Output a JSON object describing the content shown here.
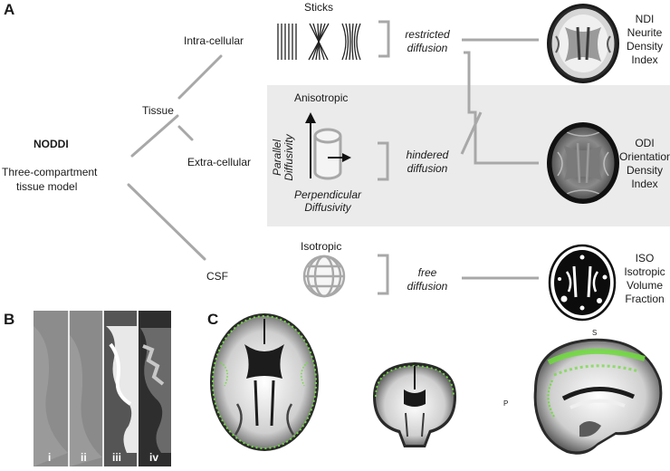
{
  "panel_labels": {
    "a": "A",
    "b": "B",
    "c": "C"
  },
  "nodes": {
    "noddi": "NODDI",
    "three_compartment_line1": "Three-compartment",
    "three_compartment_line2": "tissue model",
    "tissue": "Tissue",
    "intra_cellular": "Intra-cellular",
    "extra_cellular": "Extra-cellular",
    "csf": "CSF"
  },
  "compartments": {
    "sticks": "Sticks",
    "anisotropic": "Anisotropic",
    "parallel_line1": "Parallel",
    "parallel_line2": "Diffusivity",
    "perpendicular_line1": "Perpendicular",
    "perpendicular_line2": "Diffusivity",
    "isotropic": "Isotropic"
  },
  "diffusion": {
    "restricted_line1": "restricted",
    "restricted_line2": "diffusion",
    "hindered_line1": "hindered",
    "hindered_line2": "diffusion",
    "free_line1": "free",
    "free_line2": "diffusion"
  },
  "metrics": {
    "ndi": [
      "NDI",
      "Neurite",
      "Density",
      "Index"
    ],
    "odi": [
      "ODI",
      "Orientation",
      "Density",
      "Index"
    ],
    "iso": [
      "ISO",
      "Isotropic",
      "Volume",
      "Fraction"
    ]
  },
  "panel_b": {
    "strips": [
      "i",
      "ii",
      "iii",
      "iv"
    ]
  },
  "panel_c": {
    "label_s": "S",
    "label_p": "P"
  },
  "colors": {
    "connector": "#a8a8a8",
    "shaded_region": "#ebebeb",
    "overlay_green": "#6fdc3c"
  }
}
